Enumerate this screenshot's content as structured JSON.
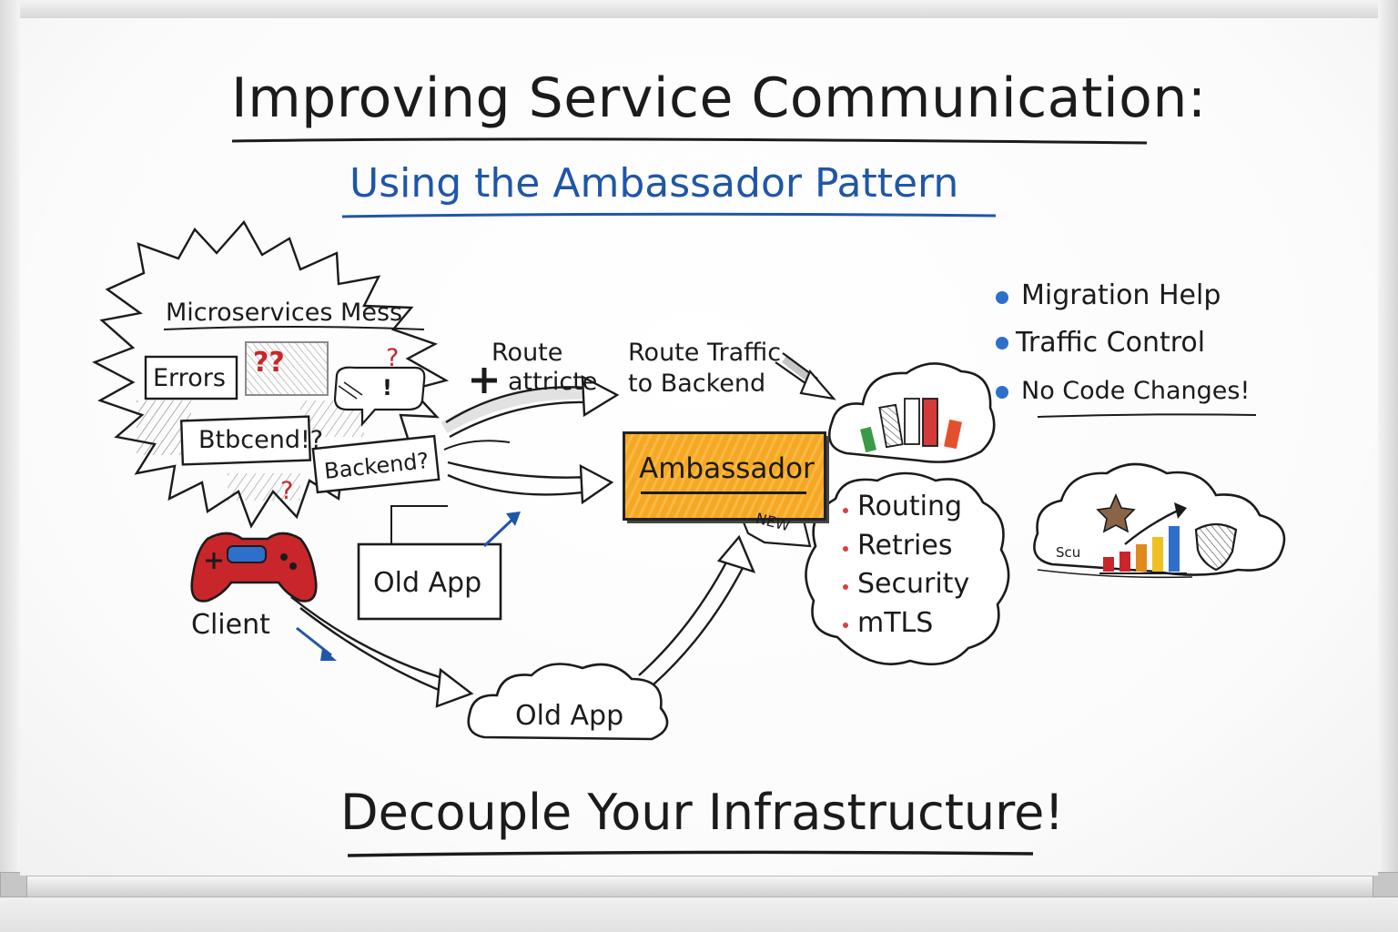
{
  "title": "Improving Service Communication:",
  "subtitle": "Using the Ambassador Pattern",
  "footer": "Decouple Your Infrastructure!",
  "colors": {
    "ink": "#1b1b1b",
    "subtitle_blue": "#1f56a8",
    "ambassador_orange": "#f6a824",
    "bullet_blue": "#2f6fcc",
    "accent_red": "#c8262a"
  },
  "mess": {
    "heading": "Microservices Mess",
    "boxes": [
      "Errors",
      "Btbcend!?",
      "Backend?"
    ],
    "question_marks": "??",
    "speech_bubble": "!",
    "small_question": "?"
  },
  "client": {
    "label": "Client",
    "icon": "gamepad-icon"
  },
  "old_app_box": "Old App",
  "old_app_cloud": "Old App",
  "route_label": {
    "line1": "Route",
    "line2": "attricte",
    "plus": "+"
  },
  "route_traffic": {
    "line1": "Route Traffic",
    "line2": "to Backend"
  },
  "ambassador": {
    "label": "Ambassador",
    "badge": "NEW"
  },
  "features": [
    "Routing",
    "Retries",
    "Security",
    "mTLS"
  ],
  "benefits": [
    "Migration Help",
    "Traffic Control",
    "No Code Changes!"
  ],
  "scale_cloud": {
    "label": "Scu",
    "icons": [
      "star-icon",
      "bar-chart-icon",
      "shield-icon",
      "trend-arrow-icon"
    ]
  }
}
